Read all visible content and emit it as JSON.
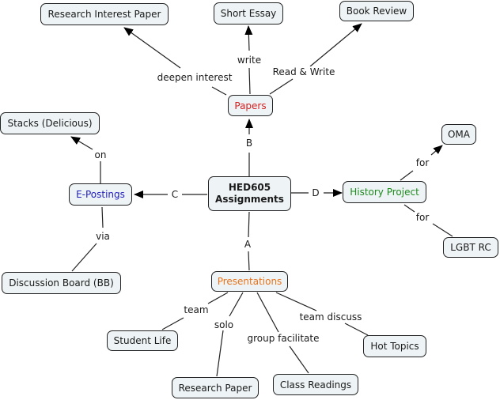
{
  "concept_map": {
    "central": "HED605 Assignments",
    "central_lines": [
      "HED605",
      "Assignments"
    ],
    "nodes": {
      "papers": {
        "label": "Papers",
        "color": "#d62020"
      },
      "research_interest_paper": {
        "label": "Research Interest Paper"
      },
      "short_essay": {
        "label": "Short Essay"
      },
      "book_review": {
        "label": "Book Review"
      },
      "epostings": {
        "label": "E-Postings",
        "color": "#2020c0"
      },
      "stacks": {
        "label": "Stacks (Delicious)"
      },
      "discussion_board": {
        "label": "Discussion Board (BB)"
      },
      "history_project": {
        "label": "History Project",
        "color": "#1e8a1e"
      },
      "oma": {
        "label": "OMA"
      },
      "lgbt_rc": {
        "label": "LGBT RC"
      },
      "presentations": {
        "label": "Presentations",
        "color": "#e8731a"
      },
      "student_life": {
        "label": "Student Life"
      },
      "research_paper": {
        "label": "Research Paper"
      },
      "class_readings": {
        "label": "Class Readings"
      },
      "hot_topics": {
        "label": "Hot Topics"
      }
    },
    "links": {
      "a": "A",
      "b": "B",
      "c": "C",
      "d": "D",
      "deepen_interest": "deepen interest",
      "write": "write",
      "read_write": "Read & Write",
      "on": "on",
      "via": "via",
      "for_oma": "for",
      "for_lgbt": "for",
      "team": "team",
      "solo": "solo",
      "group_facilitate": "group facilitate",
      "team_discuss": "team discuss"
    }
  }
}
